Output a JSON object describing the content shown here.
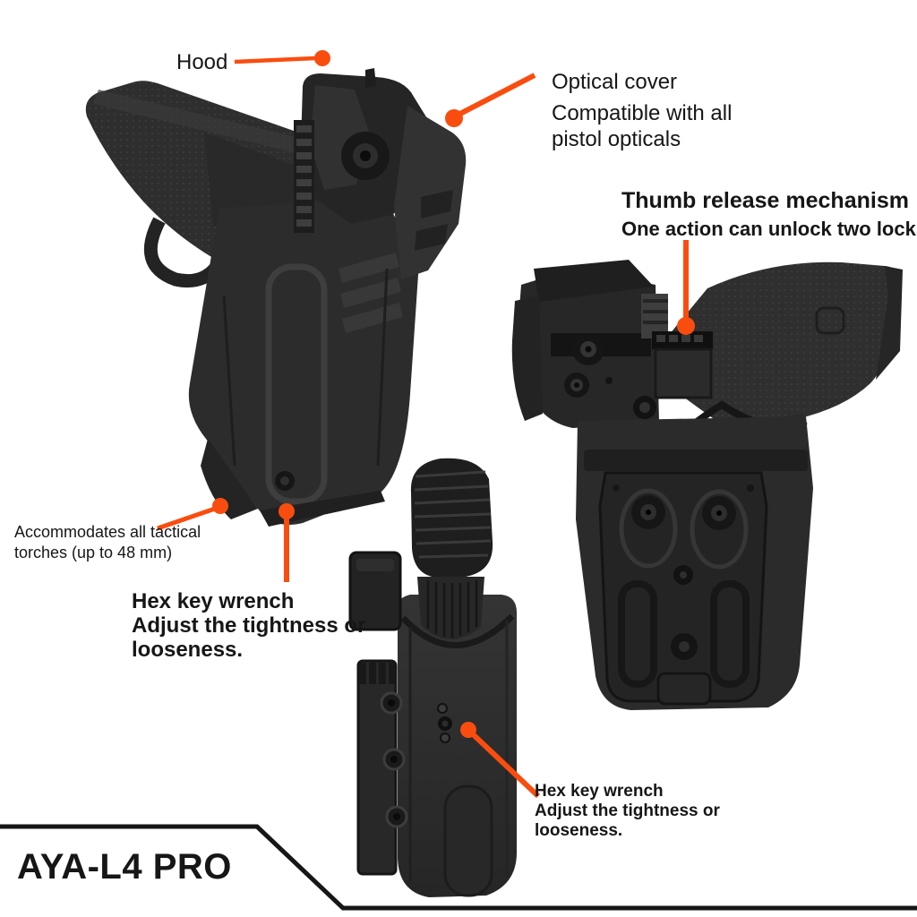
{
  "meta": {
    "product_title": "AYA-L4 PRO"
  },
  "colors": {
    "accent": "#F94D0F",
    "ink": "#161616",
    "holster_dark": "#2c2c2c"
  },
  "callouts": {
    "hood": {
      "label": "Hood"
    },
    "optical_cover": {
      "title": "Optical cover",
      "desc_line1": "Compatible with all",
      "desc_line2": "pistol opticals"
    },
    "thumb_release": {
      "title": "Thumb release mechanism",
      "desc": "One action can unlock two locks."
    },
    "tactical_torch": {
      "line1": "Accommodates all tactical",
      "line2": "torches (up to 48 mm)"
    },
    "hex_key_primary": {
      "title": "Hex key wrench",
      "desc_line1": "Adjust the tightness or",
      "desc_line2": "looseness."
    },
    "hex_key_secondary": {
      "title": "Hex key wrench",
      "desc_line1": "Adjust the tightness or",
      "desc_line2": "looseness."
    }
  }
}
